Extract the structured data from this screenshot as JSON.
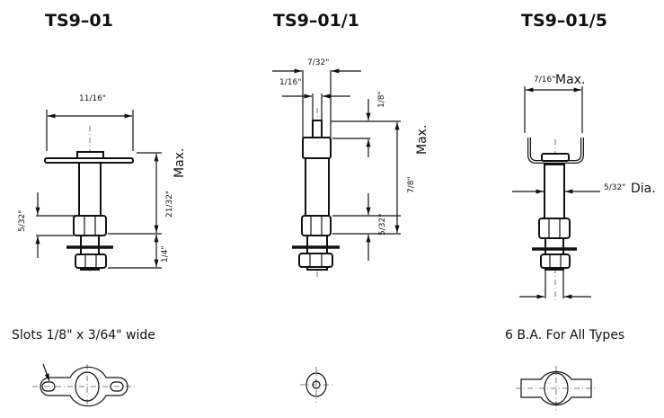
{
  "titles": {
    "a": "TS9–01",
    "b": "TS9–01/1",
    "c": "TS9–01/5"
  },
  "dims": {
    "a_width": "11/16\"",
    "a_height": "21/32\"",
    "a_max": "Max.",
    "a_nut": "5/32\"",
    "a_bottom": "1/4\"",
    "b_top": "7/32\"",
    "b_pin": "1/16\"",
    "b_pin_len": "1/8\"",
    "b_height": "7/8\"",
    "b_max": "Max.",
    "b_nut": "5/32\"",
    "c_width": "7/16\"",
    "c_max": "Max.",
    "c_dia": "5/32\"",
    "c_dia_label": "Dia."
  },
  "notes": {
    "slots": "Slots 1/8\" x 3/64\" wide",
    "thread": "6 B.A. For All Types"
  }
}
